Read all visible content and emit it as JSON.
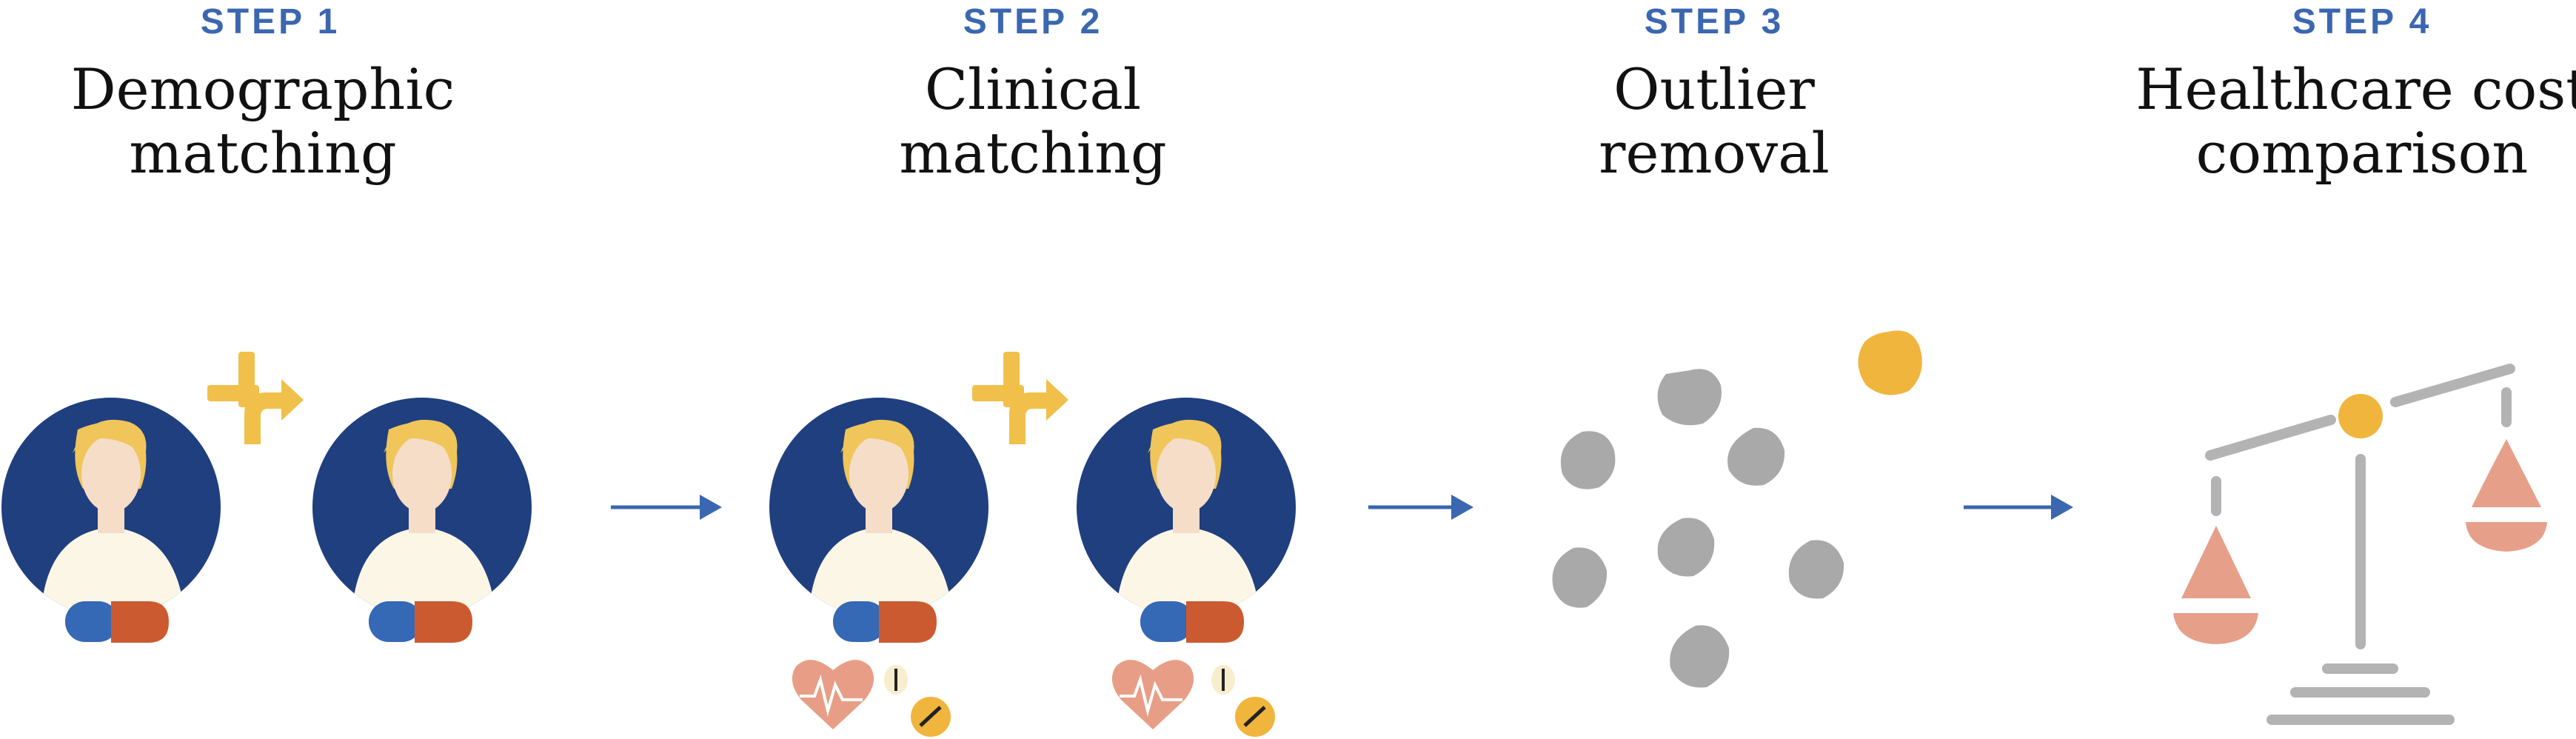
{
  "steps": [
    {
      "label": "STEP 1",
      "title_line1": "Demographic",
      "title_line2": "matching"
    },
    {
      "label": "STEP 2",
      "title_line1": "Clinical",
      "title_line2": "matching"
    },
    {
      "label": "STEP 3",
      "title_line1": "Outlier",
      "title_line2": "removal"
    },
    {
      "label": "STEP 4",
      "title_line1": "Healthcare cost",
      "title_line2": "comparison"
    }
  ],
  "colors": {
    "step_label": "#3b67b0",
    "title": "#111111",
    "arrow": "#3b67b0",
    "circle": "#1f3f7f",
    "hair": "#f0c55a",
    "skin": "#f6ddc8",
    "shirt": "#fbf6e6",
    "pill_blue": "#3568b5",
    "pill_orange": "#cc5a30",
    "merge_icon": "#f1c04a",
    "heart": "#e89e86",
    "dot_gray": "#a9a9a9",
    "outlier": "#f0b53d",
    "scale_gray": "#b3b3b3",
    "scale_pan": "#e6a08a",
    "scale_pivot": "#f0b53d"
  },
  "icons": [
    "patient-icon",
    "merge-arrow-icon",
    "heart-rate-icon",
    "medication-pill-icon",
    "arrow-right-icon",
    "data-point-icon",
    "outlier-point-icon",
    "balance-scale-icon"
  ]
}
